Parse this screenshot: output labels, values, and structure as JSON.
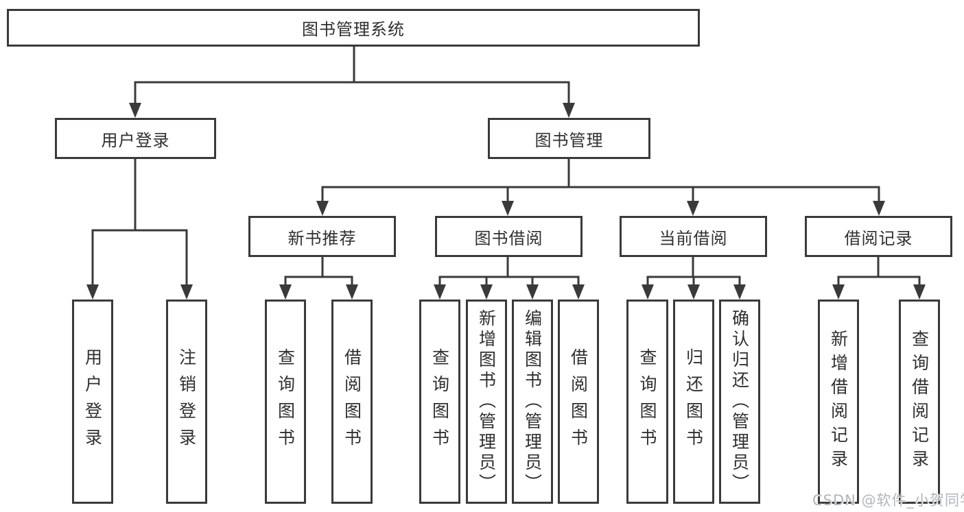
{
  "diagram": {
    "nodes": {
      "root": {
        "label": "图书管理系统"
      },
      "user_login": {
        "label": "用户登录"
      },
      "book_management": {
        "label": "图书管理"
      },
      "new_book_recommend": {
        "label": "新书推荐"
      },
      "book_borrow": {
        "label": "图书借阅"
      },
      "current_borrow": {
        "label": "当前借阅"
      },
      "borrow_record": {
        "label": "借阅记录"
      },
      "leaf_user_login": {
        "label": "用户登录"
      },
      "leaf_logout": {
        "label": "注销登录"
      },
      "leaf_recommend_query_book": {
        "label": "查询图书"
      },
      "leaf_recommend_borrow_book": {
        "label": "借阅图书"
      },
      "leaf_borrow_query_book": {
        "label": "查询图书"
      },
      "leaf_add_book_admin": {
        "label": "新增图书（管理员）"
      },
      "leaf_edit_book_admin": {
        "label": "编辑图书（管理员）"
      },
      "leaf_borrow_book": {
        "label": "借阅图书"
      },
      "leaf_current_query_book": {
        "label": "查询图书"
      },
      "leaf_return_book": {
        "label": "归还图书"
      },
      "leaf_confirm_return_admin": {
        "label": "确认归还（管理员）"
      },
      "leaf_add_borrow_record": {
        "label": "新增借阅记录"
      },
      "leaf_query_borrow_record": {
        "label": "查询借阅记录"
      }
    },
    "hierarchy": {
      "图书管理系统": {
        "用户登录": [
          "用户登录",
          "注销登录"
        ],
        "图书管理": {
          "新书推荐": [
            "查询图书",
            "借阅图书"
          ],
          "图书借阅": [
            "查询图书",
            "新增图书（管理员）",
            "编辑图书（管理员）",
            "借阅图书"
          ],
          "当前借阅": [
            "查询图书",
            "归还图书",
            "确认归还（管理员）"
          ],
          "借阅记录": [
            "新增借阅记录",
            "查询借阅记录"
          ]
        }
      }
    }
  },
  "watermark": {
    "text": "CSDN @软件_小贺同学"
  },
  "colors": {
    "line": "#3a3a3a",
    "text": "#2f2f2f",
    "background": "#ffffff",
    "watermark": "#b0b5bc"
  }
}
